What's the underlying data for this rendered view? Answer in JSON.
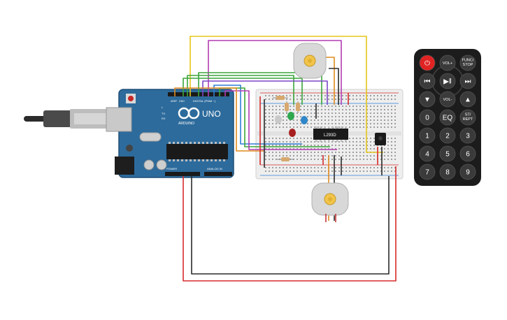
{
  "arduino": {
    "logo_text": "UNO",
    "brand_text": "ARDUINO",
    "label_digital": "DIGITAL (PWM ~)",
    "label_power": "POWER",
    "label_analog": "ANALOG IN",
    "label_tx": "TX",
    "label_rx": "RX",
    "label_l": "L",
    "label_aref": "AREF",
    "label_gnd": "GND",
    "colors": {
      "board": "#2d6b9c",
      "board_dark": "#1f4f78"
    }
  },
  "driver_ic": {
    "label": "L293D"
  },
  "remote": {
    "buttons": [
      {
        "id": "power",
        "label": "⏻"
      },
      {
        "id": "vol-up",
        "label": "VOL+"
      },
      {
        "id": "func-stop",
        "label": "FUNC/ STOP"
      },
      {
        "id": "prev",
        "label": "⏮"
      },
      {
        "id": "play-pause",
        "label": "▶‖"
      },
      {
        "id": "next",
        "label": "⏭"
      },
      {
        "id": "down",
        "label": "▼"
      },
      {
        "id": "vol-down",
        "label": "VOL-"
      },
      {
        "id": "up",
        "label": "▲"
      },
      {
        "id": "num-0",
        "label": "0"
      },
      {
        "id": "eq",
        "label": "EQ"
      },
      {
        "id": "st-rept",
        "label": "ST/ REPT"
      },
      {
        "id": "num-1",
        "label": "1"
      },
      {
        "id": "num-2",
        "label": "2"
      },
      {
        "id": "num-3",
        "label": "3"
      },
      {
        "id": "num-4",
        "label": "4"
      },
      {
        "id": "num-5",
        "label": "5"
      },
      {
        "id": "num-6",
        "label": "6"
      },
      {
        "id": "num-7",
        "label": "7"
      },
      {
        "id": "num-8",
        "label": "8"
      },
      {
        "id": "num-9",
        "label": "9"
      }
    ]
  },
  "colors": {
    "wire_red": "#d62b2b",
    "wire_black": "#2b2b2b",
    "wire_yellow": "#e6c619",
    "wire_magenta": "#b23bb2",
    "wire_green": "#3aa63a",
    "wire_blue": "#2f7fd6",
    "wire_orange": "#e08a1f",
    "wire_purple": "#7b47c9",
    "breadboard": "#eeeeee",
    "motor_body": "#d8d8d8",
    "motor_hub": "#f2c44a",
    "remote_body": "#1c1c1c",
    "power_button": "#e02323"
  }
}
